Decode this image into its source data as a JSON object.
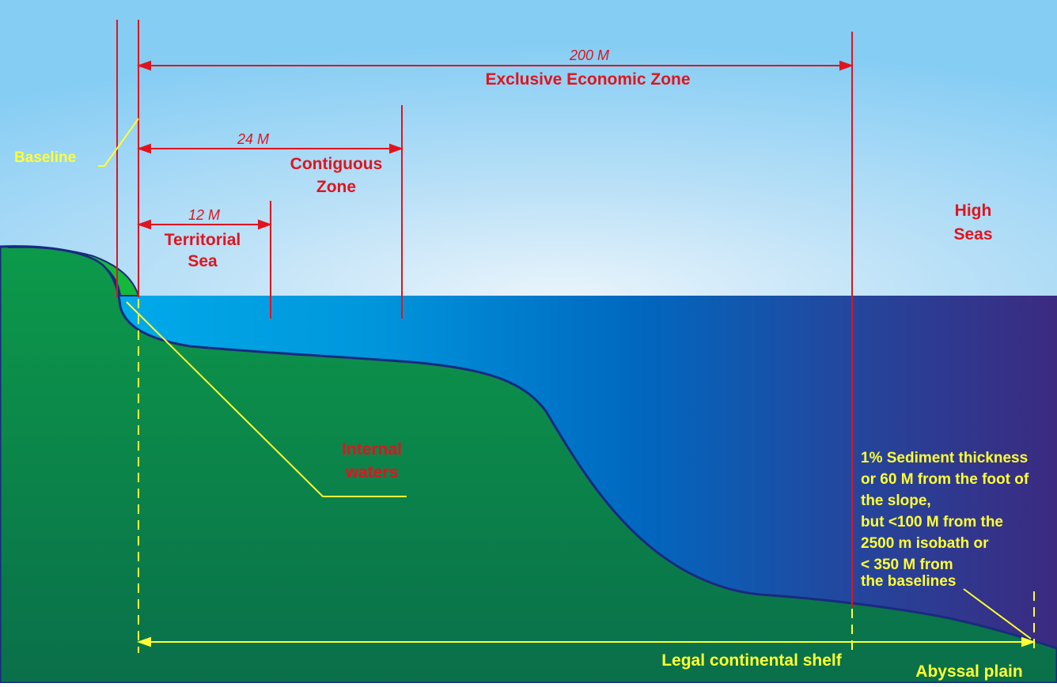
{
  "zones": {
    "eez_distance": "200 M",
    "eez_label": "Exclusive Economic Zone",
    "contiguous_distance": "24 M",
    "contiguous_label_1": "Contiguous",
    "contiguous_label_2": "Zone",
    "territorial_distance": "12 M",
    "territorial_label_1": "Territorial",
    "territorial_label_2": "Sea",
    "high_seas_1": "High",
    "high_seas_2": "Seas",
    "baseline": "Baseline",
    "internal_1": "Internal",
    "internal_2": "waters"
  },
  "shelf_note": [
    "1% Sediment thickness",
    "or 60 M from the foot of",
    "the slope,",
    "but <100 M from the",
    "2500 m isobath or",
    "< 350 M from",
    "the baselines"
  ],
  "bottom": {
    "legal_shelf": "Legal continental shelf",
    "abyssal": "Abyssal plain"
  },
  "colors": {
    "red": "#e0141e",
    "yellow": "#ffff33",
    "land": "#0a8a4a",
    "sea_near": "#00b2ee",
    "sea_far": "#3a2a7e",
    "sky": "#8ecff5"
  }
}
